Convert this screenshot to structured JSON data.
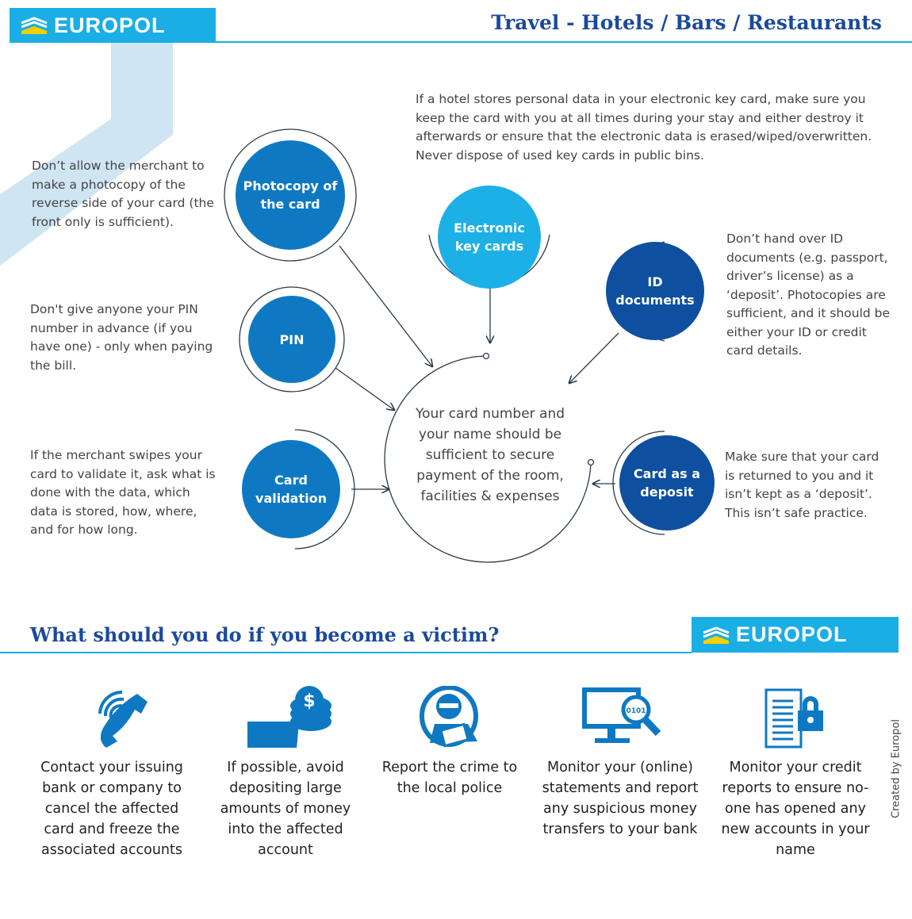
{
  "header": {
    "logo": "EUROPOL",
    "title": "Travel - Hotels / Bars / Restaurants"
  },
  "nodes": {
    "photocopy": {
      "label": "Photocopy of the card",
      "desc": "Don’t allow the merchant to make a photocopy of the reverse side of your card (the front only is sufficient)."
    },
    "keycards": {
      "label": "Electronic key cards",
      "desc": "If a hotel stores personal data in your electronic key card, make sure you keep the card with you at all times during your stay and either destroy it afterwards or ensure that the electronic data is erased/wiped/overwritten. Never dispose of used key cards in public bins."
    },
    "id": {
      "label": "ID documents",
      "desc": "Don’t hand over ID documents (e.g. passport, driver’s license) as a ‘deposit’. Photocopies are sufficient, and it should be either your ID or credit card details."
    },
    "pin": {
      "label": "PIN",
      "desc": "Don't give anyone your PIN number in advance (if you have one) - only when paying the bill."
    },
    "validation": {
      "label": "Card validation",
      "desc": "If the merchant swipes your card to validate it, ask what is done with the data, which data is stored, how, where, and for how long."
    },
    "deposit": {
      "label": "Card as a deposit",
      "desc": "Make sure that your card is returned to you and it isn’t kept as a ‘deposit’. This isn’t safe practice."
    },
    "center": "Your card number and your name should be sufficient to secure payment of the room, facilities & expenses"
  },
  "victim": {
    "title": "What should you do if you become a victim?",
    "logo": "EUROPOL",
    "steps": [
      {
        "icon": "phone-icon",
        "text": "Contact your issuing bank or company to cancel the affected card and freeze the associated accounts"
      },
      {
        "icon": "money-icon",
        "text": "If possible, avoid depositing large amounts of money into the affected account"
      },
      {
        "icon": "police-icon",
        "text": "Report the crime to the local police"
      },
      {
        "icon": "monitor-icon",
        "text": "Monitor your (online) statements and report any suspicious money transfers to your bank"
      },
      {
        "icon": "locked-document-icon",
        "text": "Monitor your credit reports to ensure no-one has opened any new accounts in your name"
      }
    ]
  },
  "credit": "Created by Europol",
  "colors": {
    "cyan": "#1aaee5",
    "blue": "#0e79c2",
    "navy": "#0e4fa0",
    "title": "#1b4a9b"
  }
}
